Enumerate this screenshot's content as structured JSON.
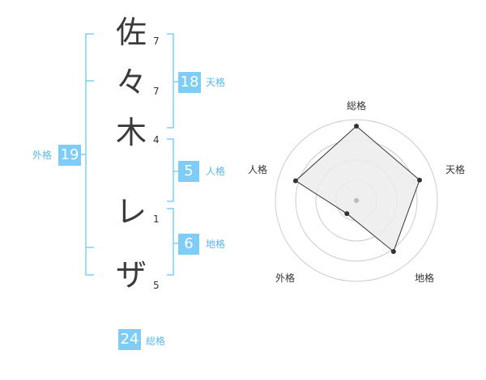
{
  "name": {
    "chars": [
      "佐",
      "々",
      "木",
      "レ",
      "ザ"
    ],
    "strokes": [
      "7",
      "7",
      "4",
      "1",
      "5"
    ]
  },
  "kaku": {
    "tenkaku": {
      "value": "18",
      "label": "天格"
    },
    "jinkaku": {
      "value": "5",
      "label": "人格"
    },
    "chikaku": {
      "value": "6",
      "label": "地格"
    },
    "gaikaku": {
      "value": "19",
      "label": "外格"
    },
    "soukaku": {
      "value": "24",
      "label": "総格"
    }
  },
  "chart_data": {
    "type": "radar",
    "axes": [
      "総格",
      "天格",
      "地格",
      "外格",
      "人格"
    ],
    "values": [
      0.92,
      0.82,
      0.78,
      0.2,
      0.79
    ],
    "max": 1,
    "rings": 4,
    "colors": {
      "fill": "#ececec",
      "stroke": "#333333",
      "point": "#333333",
      "ring": "#cccccc",
      "center": "#bbbbbb"
    }
  },
  "colors": {
    "accent": "#7fcdf7",
    "accent_text": "#5ab8ea"
  }
}
